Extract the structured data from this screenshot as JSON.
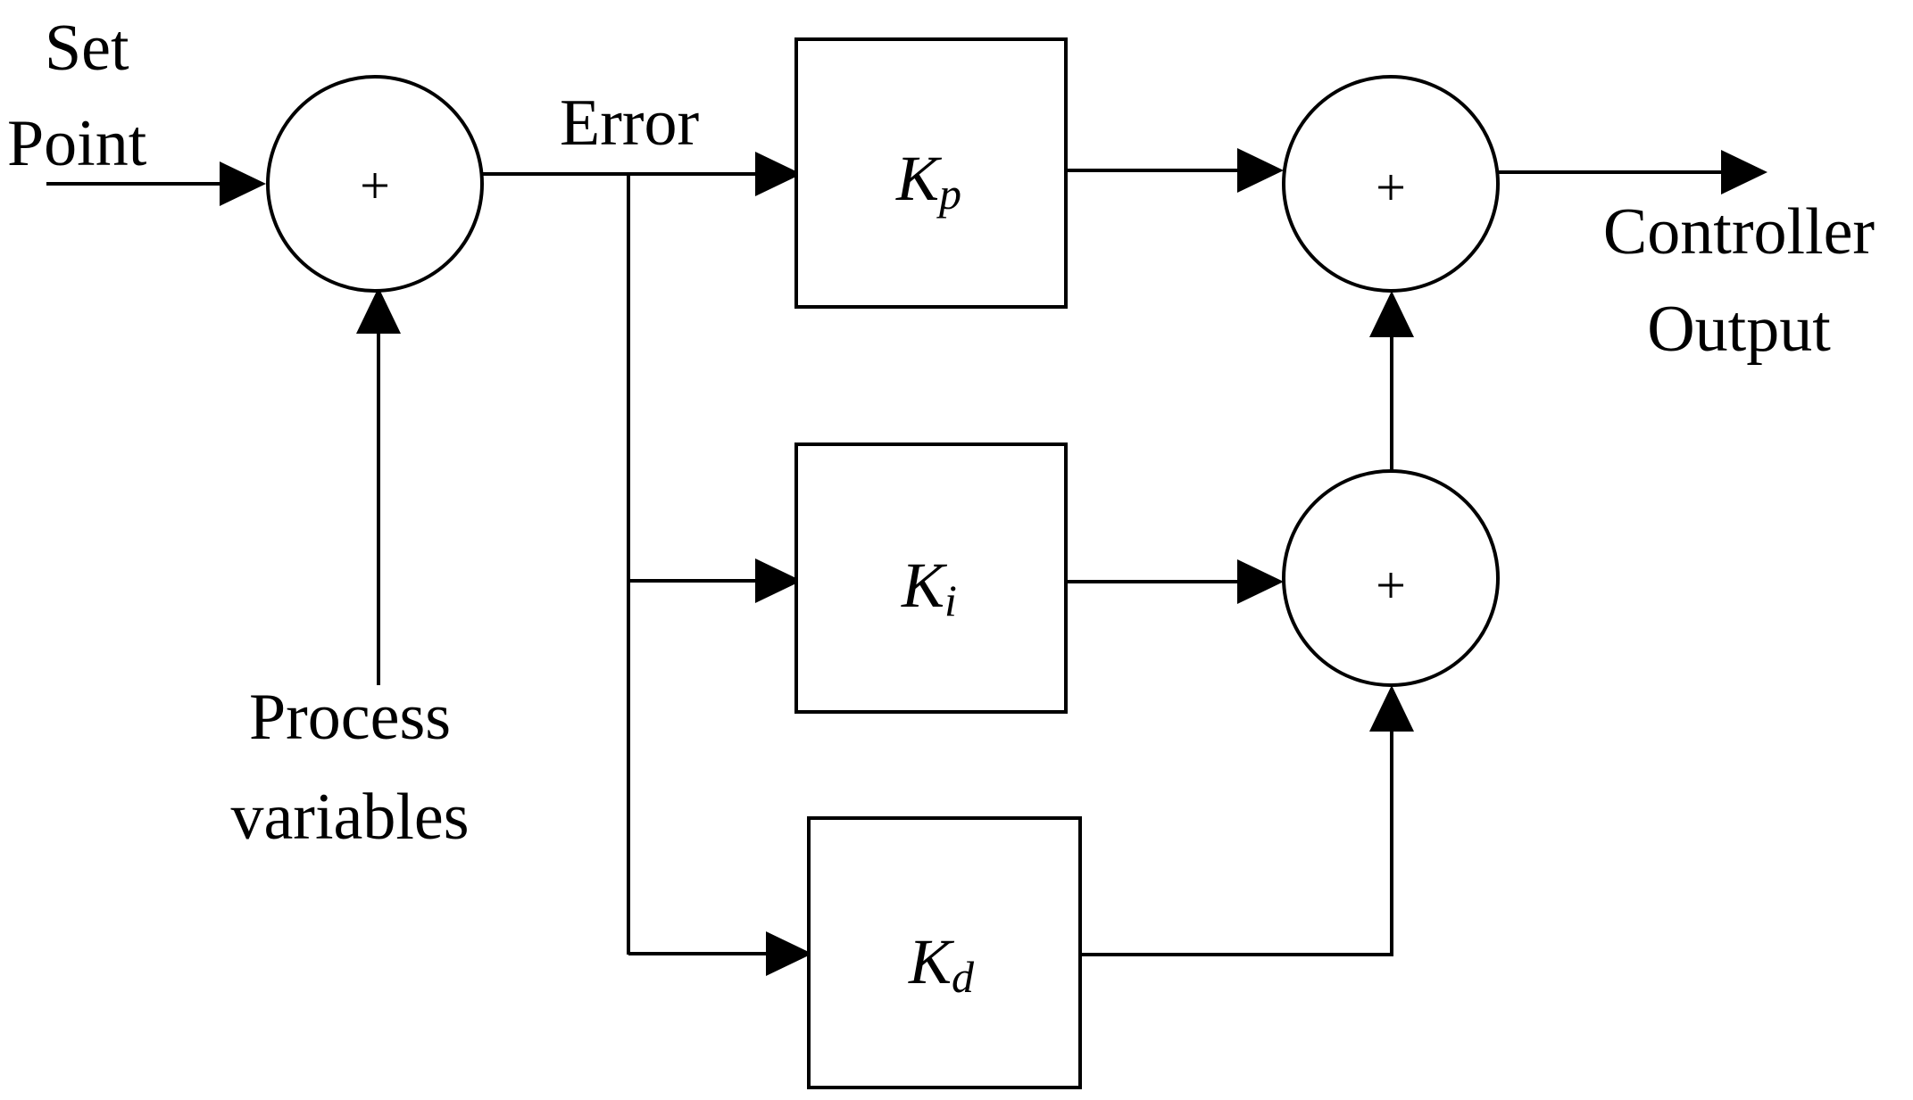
{
  "labels": {
    "set_point_line1": "Set",
    "set_point_line2": "Point",
    "error": "Error",
    "process_line1": "Process",
    "process_line2": "variables",
    "output_line1": "Controller",
    "output_line2": "Output"
  },
  "summing_junctions": {
    "input_sum": "+",
    "output_sum": "+",
    "inner_sum": "+"
  },
  "gain_blocks": {
    "proportional": {
      "symbol": "K",
      "subscript": "p"
    },
    "integral": {
      "symbol": "K",
      "subscript": "i"
    },
    "derivative": {
      "symbol": "K",
      "subscript": "d"
    }
  }
}
